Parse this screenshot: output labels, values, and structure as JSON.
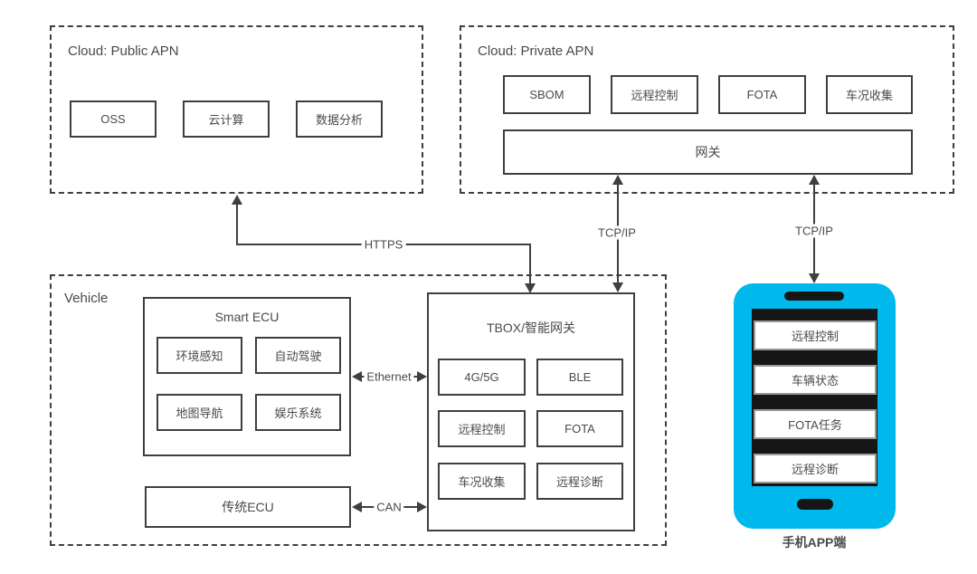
{
  "colors": {
    "line": "#3f3f3f",
    "phone_body": "#00b8ec",
    "screen": "#161616",
    "text": "#4a4a4a"
  },
  "public_apn": {
    "title": "Cloud: Public APN",
    "nodes": [
      "OSS",
      "云计算",
      "数据分析"
    ]
  },
  "private_apn": {
    "title": "Cloud: Private APN",
    "nodes": [
      "SBOM",
      "远程控制",
      "FOTA",
      "车况收集"
    ],
    "gateway": "网关"
  },
  "vehicle": {
    "title": "Vehicle",
    "smart_ecu": {
      "title": "Smart ECU",
      "nodes": [
        "环境感知",
        "自动驾驶",
        "地图导航",
        "娱乐系统"
      ]
    },
    "legacy_ecu": {
      "label": "传统ECU"
    },
    "tbox": {
      "title": "TBOX/智能网关",
      "nodes": [
        "4G/5G",
        "BLE",
        "远程控制",
        "FOTA",
        "车况收集",
        "远程诊断"
      ]
    }
  },
  "phone": {
    "label": "手机APP端",
    "items": [
      "远程控制",
      "车辆状态",
      "FOTA任务",
      "远程诊断"
    ]
  },
  "connections": {
    "https": "HTTPS",
    "tcpip_cloud_tbox": "TCP/IP",
    "tcpip_cloud_phone": "TCP/IP",
    "ethernet": "Ethernet",
    "can": "CAN"
  }
}
